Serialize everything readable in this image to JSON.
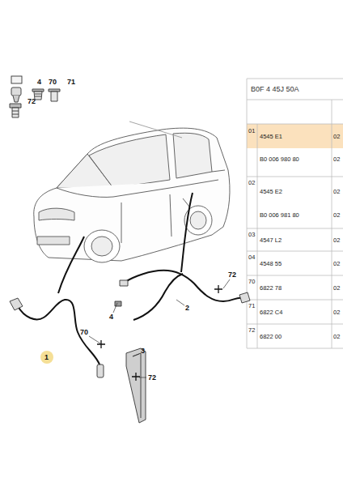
{
  "diagram": {
    "labels": [
      "4",
      "70",
      "71",
      "72",
      "1",
      "70",
      "4",
      "2",
      "72",
      "3",
      "72",
      "B0F 4 45J 50A",
      "01",
      "4545 E1",
      "02",
      "B0 006 980 80",
      "02",
      "02",
      "4545 E2",
      "02",
      "B0 006 981 80",
      "02",
      "03",
      "4547 L2",
      "02",
      "04",
      "4548 55",
      "02",
      "70",
      "6822 78",
      "02",
      "71",
      "6822 C4",
      "02",
      "72",
      "6822 00",
      "02"
    ]
  }
}
